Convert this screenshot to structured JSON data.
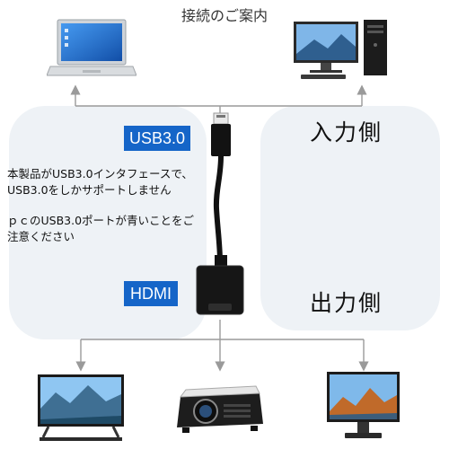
{
  "title": "接続のご案内",
  "input_side": {
    "label": "入力側",
    "badge": "USB3.0",
    "devices": [
      "laptop-icon",
      "desktop-pc-icon"
    ]
  },
  "output_side": {
    "label": "出力側",
    "badge": "HDMI",
    "devices": [
      "tv-icon",
      "projector-icon",
      "monitor-icon"
    ]
  },
  "notes": {
    "line1": "本製品がUSB3.0インタフェースで、",
    "line2": "USB3.0をしかサポートしません",
    "line3": "ｐｃのUSB3.0ポートが青いことをご",
    "line4": "注意ください"
  },
  "colors": {
    "badge": "#1565c8",
    "arrow": "#9a9a9a",
    "adapter": "#111111"
  }
}
